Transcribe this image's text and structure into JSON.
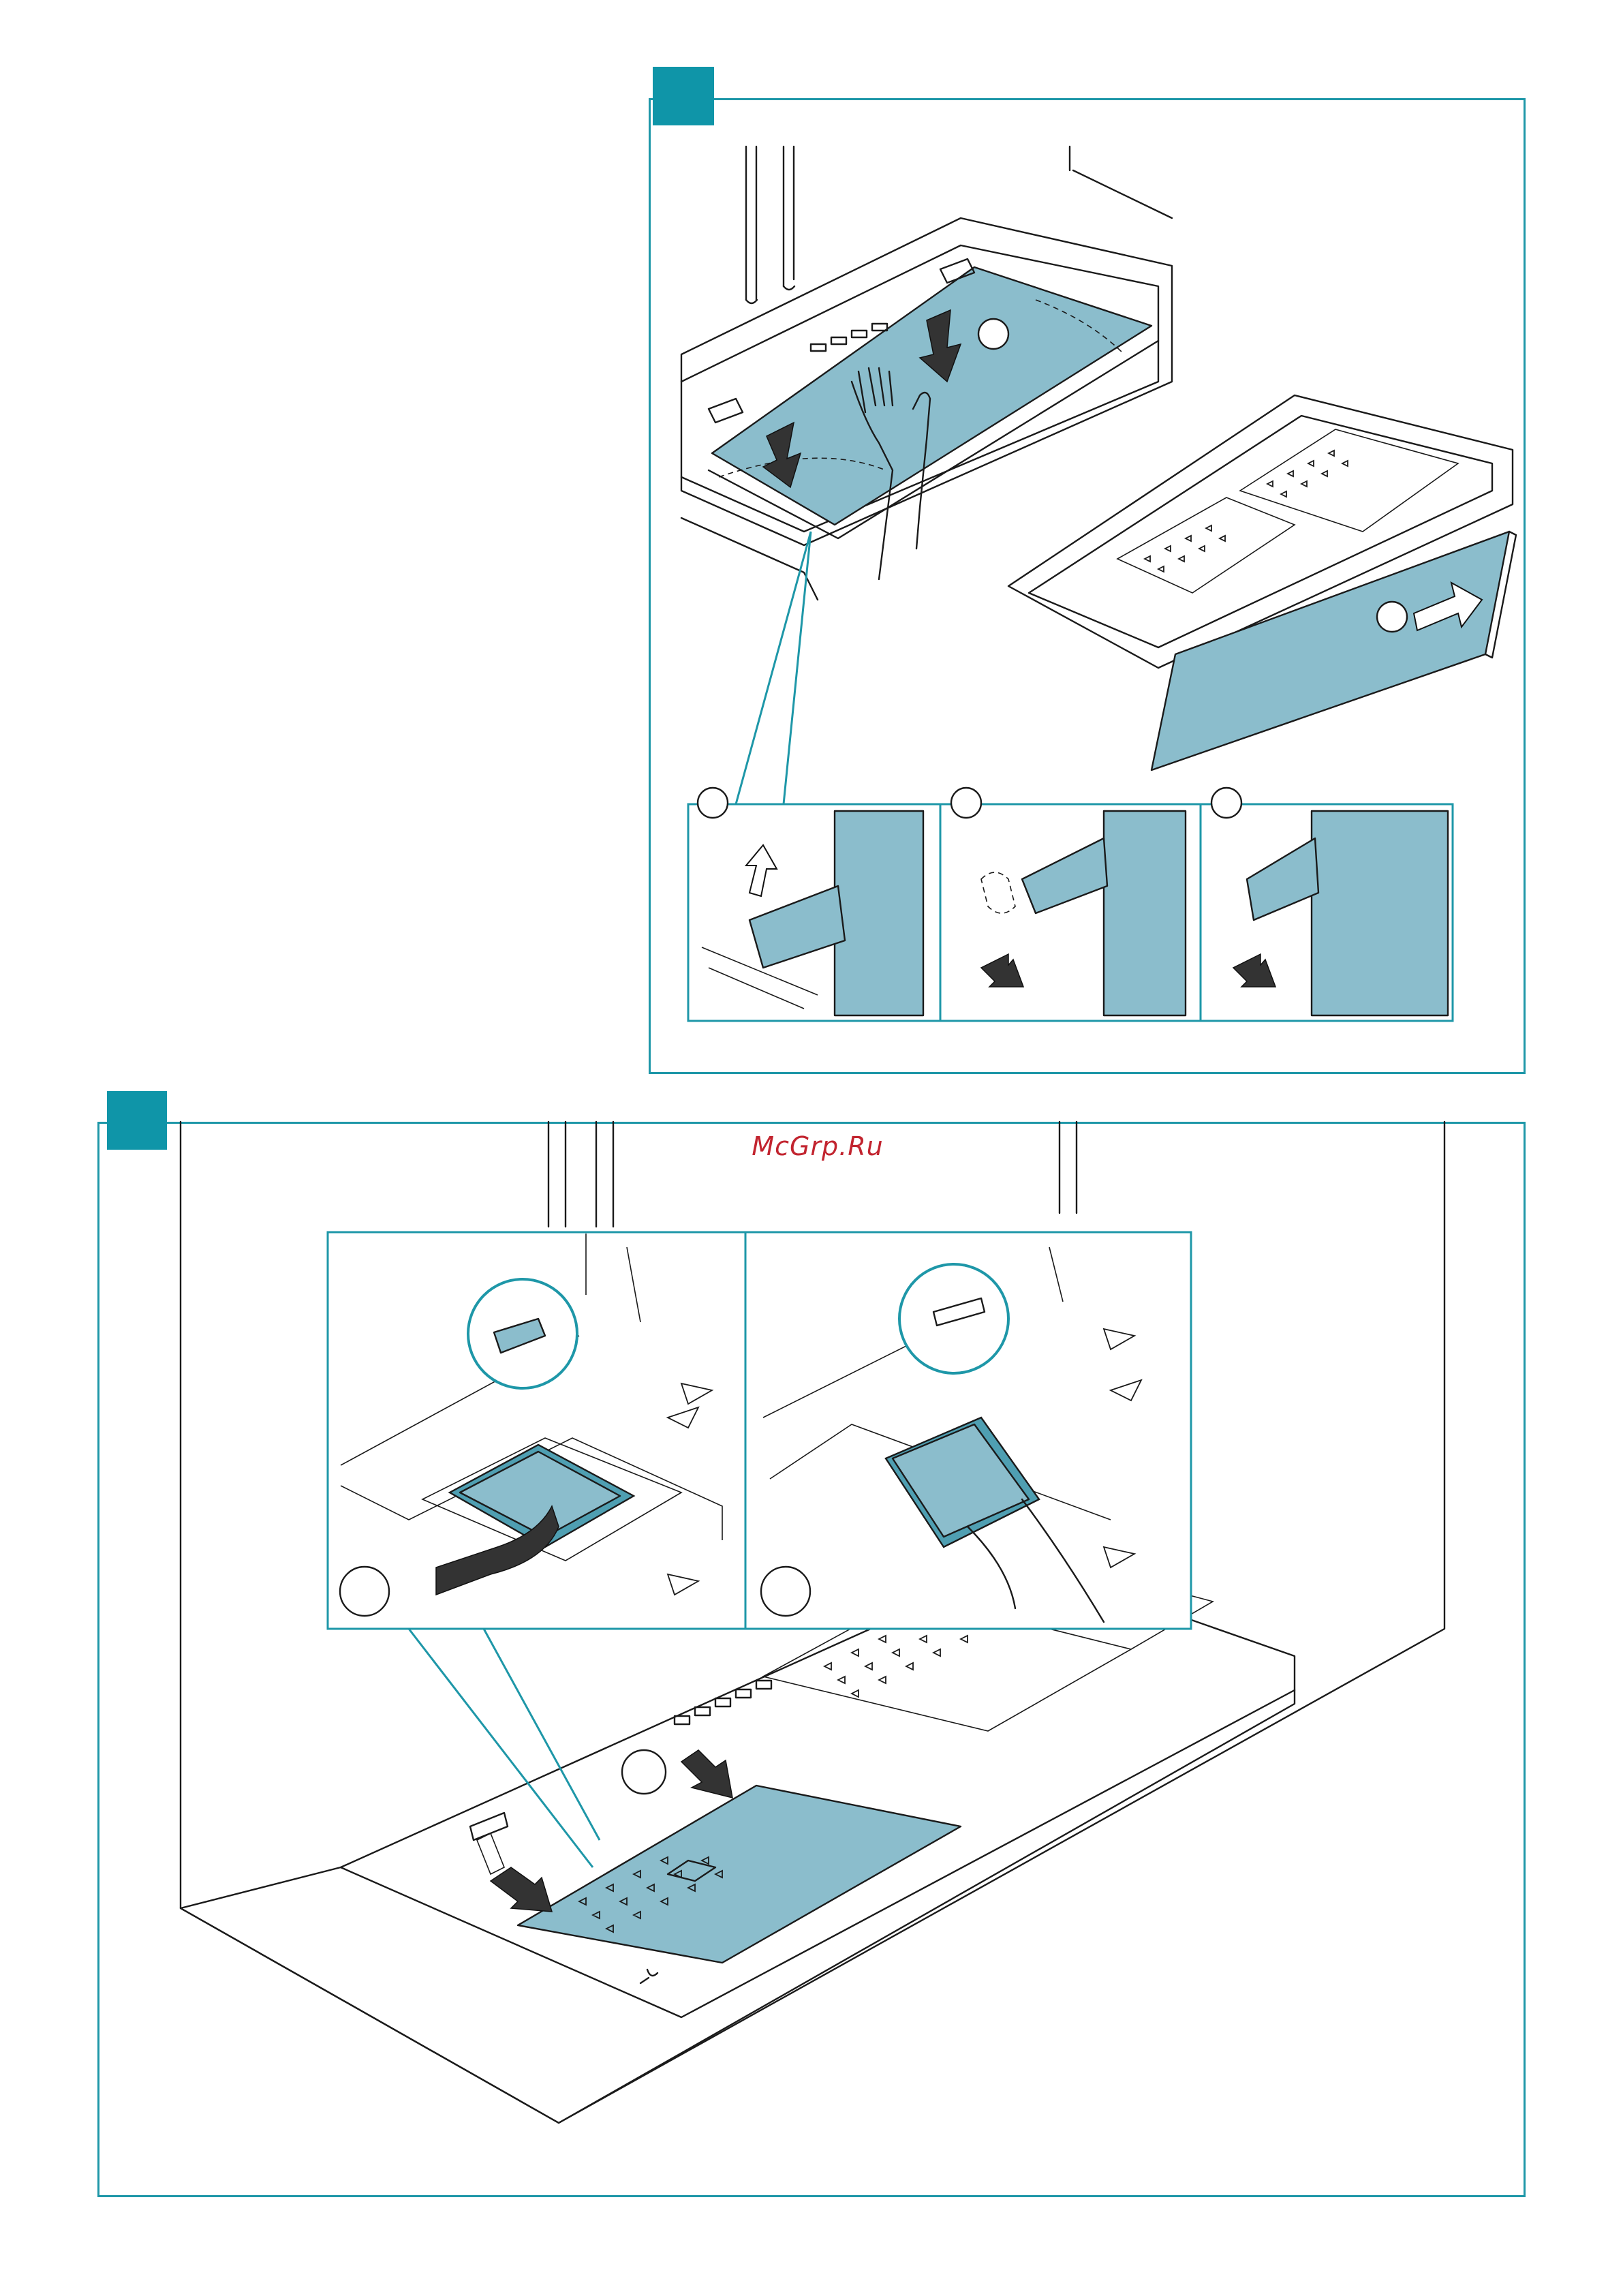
{
  "page": {
    "watermark": "McGrp.Ru"
  },
  "colors": {
    "frame": "#1e97a8",
    "tag": "#0f95a8",
    "filter": "#8bbdcc",
    "watermark": "#c2242f"
  },
  "panels": [
    {
      "id": "panel-1",
      "icon": "filter-removal-illustration"
    },
    {
      "id": "panel-2",
      "icon": "charcoal-filter-replacement-illustration"
    }
  ]
}
